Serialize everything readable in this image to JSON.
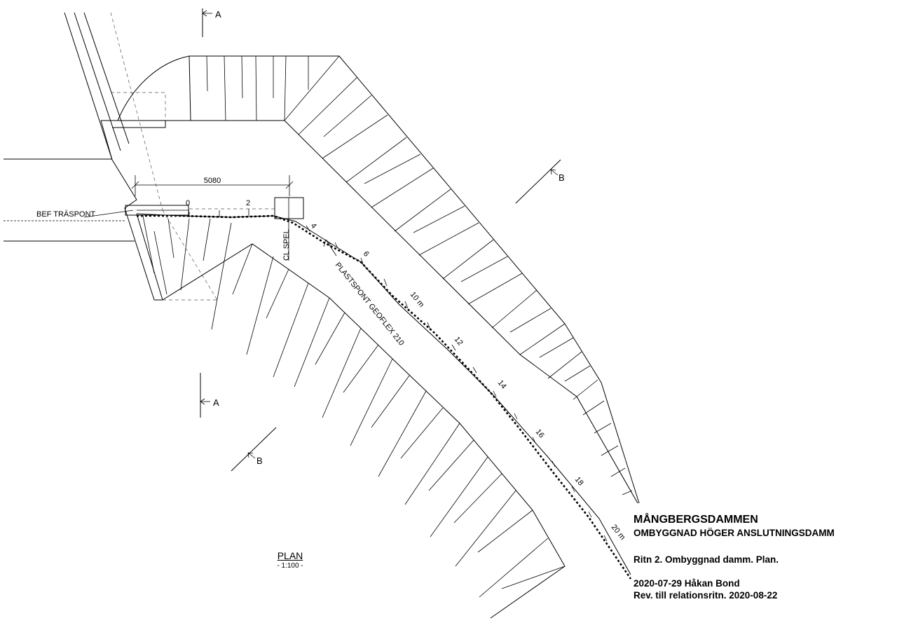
{
  "labels": {
    "section_a": "A",
    "section_b": "B",
    "dimension": "5080",
    "bef_traspont": "BEF TRÄSPONT",
    "cl_spel": "CL SPEL",
    "plastspont": "PLASTSPONT GEOFLEX 210"
  },
  "chainage": [
    "0",
    "2",
    "4",
    "6",
    "10 m",
    "12",
    "14",
    "16",
    "18",
    "20 m"
  ],
  "plan": {
    "title": "PLAN",
    "scale": "- 1:100 -"
  },
  "title_block": {
    "project": "MÅNGBERGSDAMMEN",
    "subtitle": "OMBYGGNAD HÖGER ANSLUTNINGSDAMM",
    "drawing": "Ritn 2. Ombyggnad damm. Plan.",
    "date_author": "2020-07-29  Håkan Bond",
    "revision": "Rev. till relationsritn. 2020-08-22"
  }
}
